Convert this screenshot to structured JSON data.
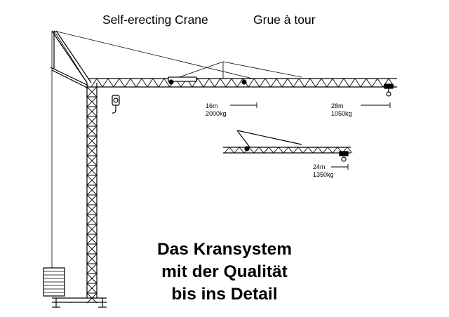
{
  "header": {
    "title_en": "Self-erecting Crane",
    "title_fr": "Grue à tour"
  },
  "specs": {
    "main_near": {
      "radius": "16m",
      "load": "2000kg"
    },
    "main_far": {
      "radius": "28m",
      "load": "1050kg"
    },
    "short_jib": {
      "radius": "24m",
      "load": "1350kg"
    }
  },
  "slogan": {
    "line1": "Das Kransystem",
    "line2": "mit der Qualität",
    "line3": "bis ins Detail"
  }
}
